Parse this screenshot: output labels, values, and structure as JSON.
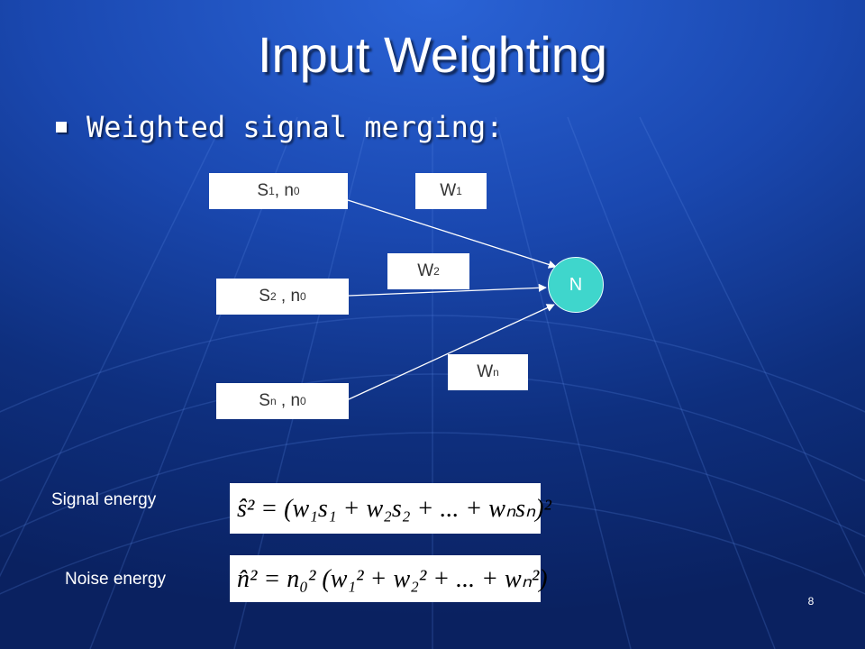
{
  "slide": {
    "title": "Input Weighting",
    "bullet": "Weighted signal merging:",
    "slide_number": "8"
  },
  "diagram": {
    "inputs": [
      {
        "base": "S",
        "sub": "1",
        "sep": ", ",
        "noise": "n",
        "noise_sub": "0"
      },
      {
        "base": "S",
        "sub": "2",
        "sep": " , ",
        "noise": "n",
        "noise_sub": "0"
      },
      {
        "base": "S",
        "sub": "n",
        "sep": " , ",
        "noise": "n",
        "noise_sub": "0"
      }
    ],
    "weights": [
      {
        "base": "W",
        "sub": "1"
      },
      {
        "base": "W",
        "sub": "2"
      },
      {
        "base": "W",
        "sub": "n"
      }
    ],
    "node_label": "N"
  },
  "formulas": {
    "signal_label": "Signal energy",
    "noise_label": "Noise energy",
    "signal_expression": "ŝ² = (w₁s₁ + w₂s₂ + ... + wₙsₙ)²",
    "noise_expression": "n̂² = n₀² (w₁² + w₂² + ... + wₙ²)"
  }
}
